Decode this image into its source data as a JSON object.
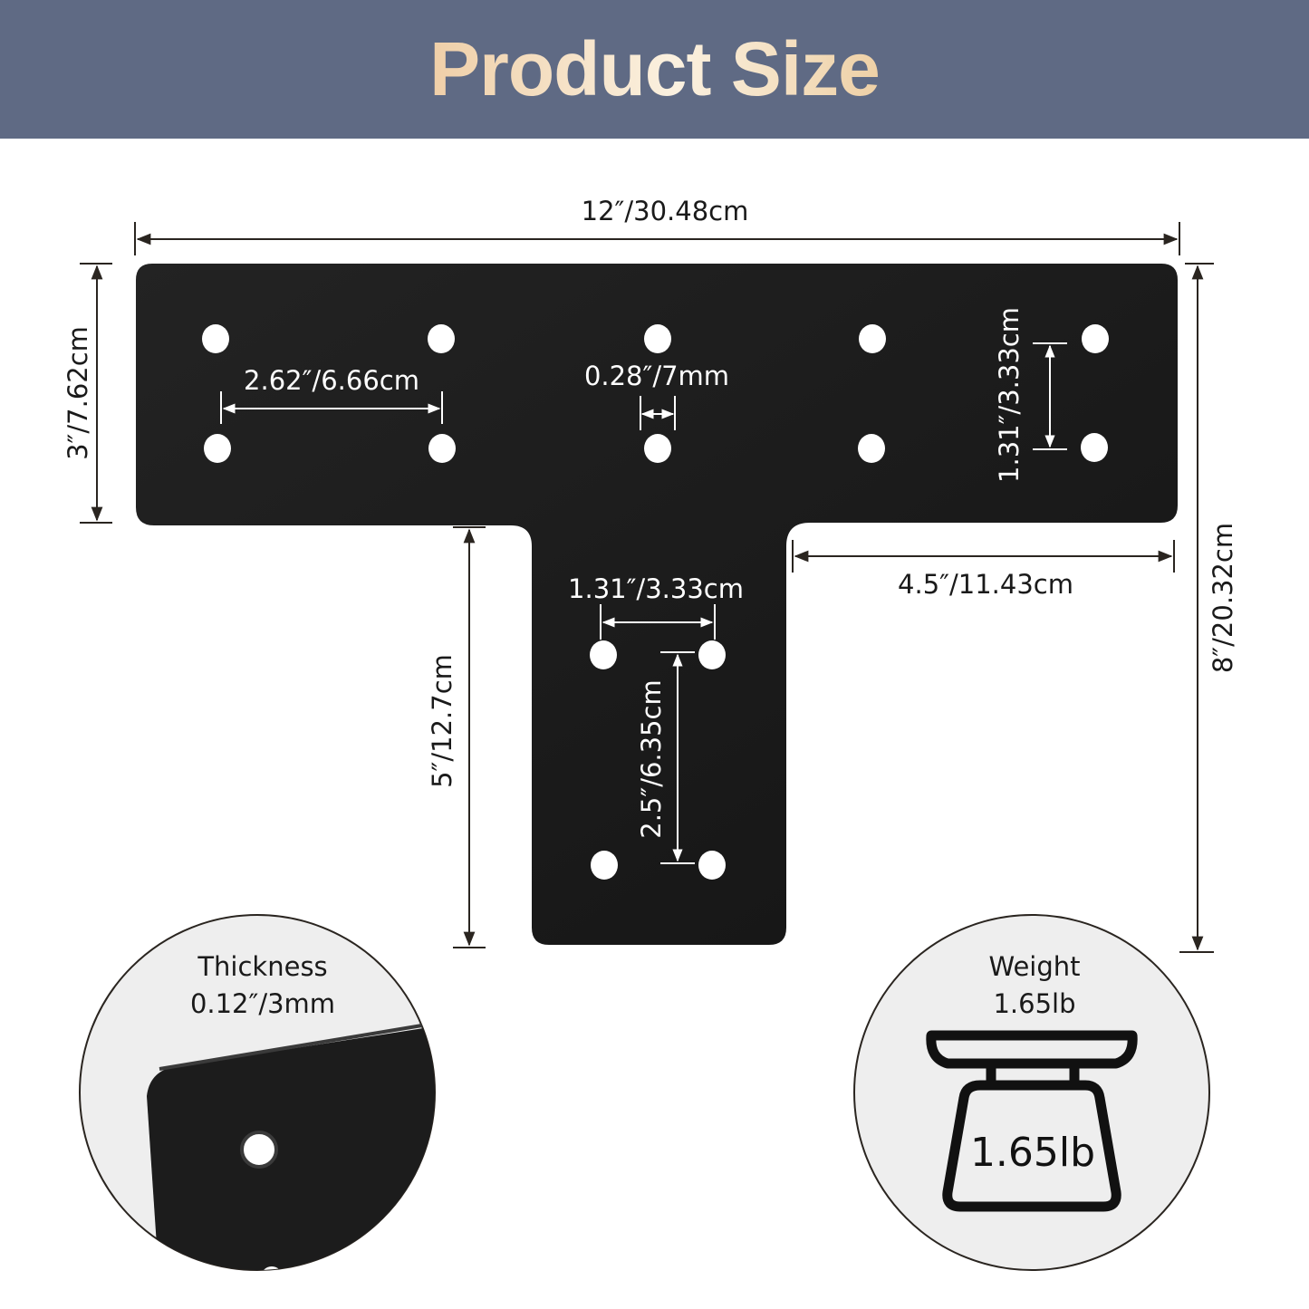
{
  "header": {
    "title": "Product Size",
    "background": "#5f6a84"
  },
  "plate": {
    "shape": "T-bracket",
    "color": "#1b1b1b"
  },
  "dimensions": {
    "overall_width": "12″/30.48cm",
    "top_arm_height": "3″/7.62cm",
    "overall_height": "8″/20.32cm",
    "stem_length": "5″/12.7cm",
    "arm_extension": "4.5″/11.43cm",
    "top_hole_spacing_horizontal": "2.62″/6.66cm",
    "hole_diameter": "0.28″/7mm",
    "top_hole_spacing_vertical": "1.31″/3.33cm",
    "stem_hole_spacing_horizontal": "1.31″/3.33cm",
    "stem_hole_spacing_vertical": "2.5″/6.35cm"
  },
  "thickness_callout": {
    "title": "Thickness",
    "value": "0.12″/3mm"
  },
  "weight_callout": {
    "title": "Weight",
    "value": "1.65lb",
    "scale_label": "1.65lb"
  }
}
